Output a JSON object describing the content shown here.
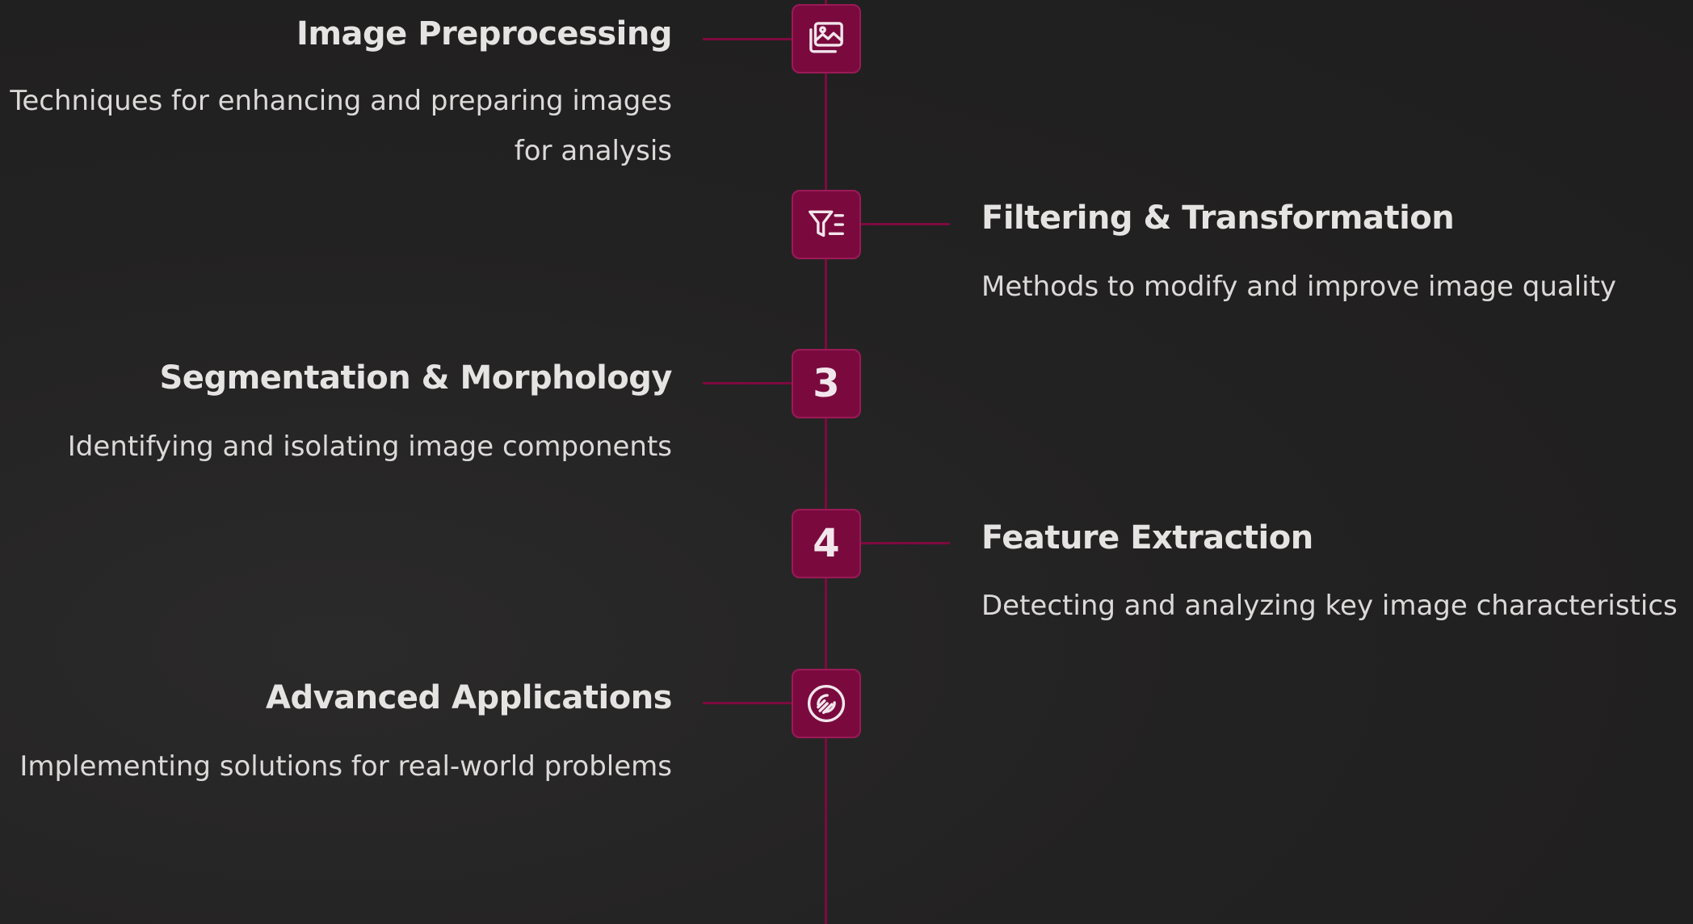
{
  "colors": {
    "background": "#232222",
    "accent": "#7a0a3e",
    "line": "#7d0a3f",
    "text": "#e6e3e3"
  },
  "steps": [
    {
      "side": "left",
      "marker": "",
      "icon": "image-icon",
      "title": "Image Preprocessing",
      "description": "Techniques for enhancing and preparing images for analysis"
    },
    {
      "side": "right",
      "marker": "",
      "icon": "filter-icon",
      "title": "Filtering & Transformation",
      "description": "Methods to modify and improve image quality"
    },
    {
      "side": "left",
      "marker": "3",
      "icon": "",
      "title": "Segmentation & Morphology",
      "description": "Identifying and isolating image components"
    },
    {
      "side": "right",
      "marker": "4",
      "icon": "",
      "title": "Feature Extraction",
      "description": "Detecting and analyzing key image characteristics"
    },
    {
      "side": "left",
      "marker": "",
      "icon": "application-icon",
      "title": "Advanced Applications",
      "description": "Implementing solutions for real-world problems"
    }
  ]
}
